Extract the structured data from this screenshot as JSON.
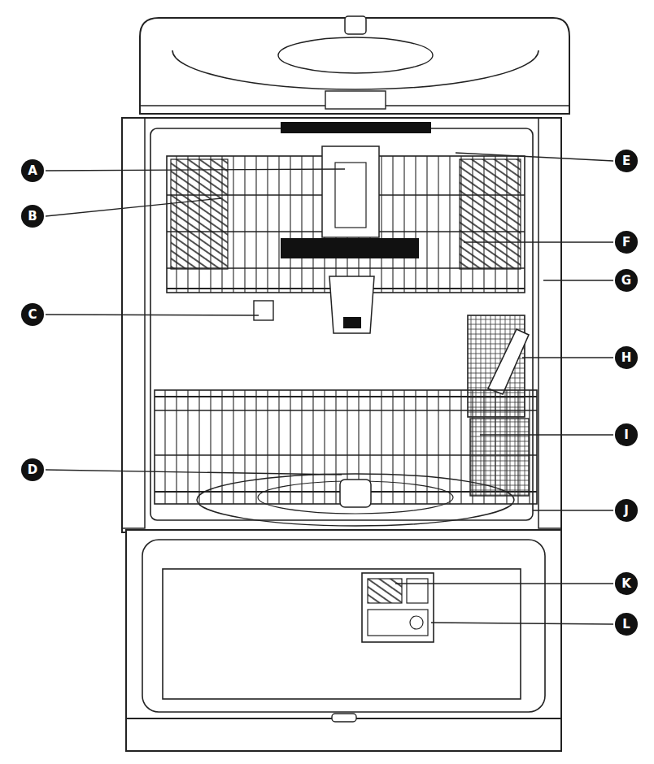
{
  "diagram": {
    "nodes": [
      {
        "text": [
          "A"
        ]
      },
      {
        "text": [
          "B"
        ]
      },
      {
        "text": [
          "C"
        ]
      },
      {
        "text": [
          "D"
        ]
      },
      {
        "text": [
          "E"
        ]
      },
      {
        "text": [
          "F"
        ]
      },
      {
        "text": [
          "G"
        ]
      },
      {
        "text": [
          "H"
        ]
      },
      {
        "text": [
          "I"
        ]
      },
      {
        "text": [
          "J"
        ]
      },
      {
        "text": [
          "K"
        ]
      },
      {
        "text": [
          "L"
        ]
      }
    ]
  }
}
